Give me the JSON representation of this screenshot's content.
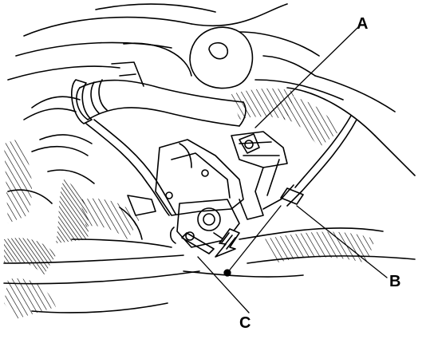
{
  "diagram": {
    "callouts": {
      "a": "A",
      "b": "B",
      "c": "C"
    },
    "style": {
      "ink": "#000000",
      "background": "#ffffff",
      "hatch": "#1a1a1a"
    }
  }
}
